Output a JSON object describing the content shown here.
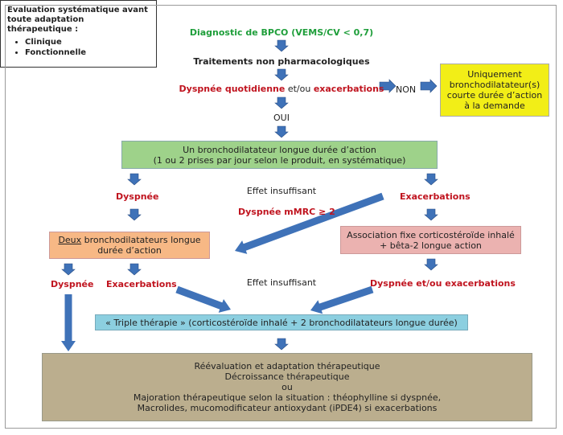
{
  "evaluation_box": {
    "heading_line1": "Évaluation systématique avant",
    "heading_line2": "toute adaptation thérapeutique :",
    "items": [
      "Clinique",
      "Fonctionnelle"
    ]
  },
  "flow": {
    "diagnostic": "Diagnostic de BPCO (VEMS/CV < 0,7)",
    "non_pharma": "Traitements non pharmacologiques",
    "q_dyspnee": "Dyspnée quotidienne",
    "q_et_ou": " et/ou ",
    "q_exacerbations": "exacerbations",
    "non": "NON",
    "oui": "OUI",
    "yellow_line1": "Uniquement",
    "yellow_line2": "bronchodilatateur(s)",
    "yellow_line3": "courte durée d’action",
    "yellow_line4": "à la demande",
    "green_line1": "Un bronchodilatateur longue durée d’action",
    "green_line2": "(1 ou 2 prises par jour selon le produit, en systématique)",
    "dyspnee_left": "Dyspnée",
    "effet_insuffisant_1": "Effet insuffisant",
    "exacerbations_right": "Exacerbations",
    "dyspnee_mmrc": "Dyspnée mMRC ≥ 2",
    "orange_deux": "Deux",
    "orange_line1_rest": " bronchodilatateurs longue",
    "orange_line2": "durée d’action",
    "pink_line1": "Association fixe corticostéroïde inhalé",
    "pink_line2": "+ bêta-2 longue action",
    "dyspnee_far_left": "Dyspnée",
    "exacerbations_mid": "Exacerbations",
    "effet_insuffisant_2": "Effet insuffisant",
    "dyspnee_et_ou_exac": "Dyspnée et/ou exacerbations",
    "triple": "« Triple thérapie » (corticostéroïde inhalé + 2 bronchodilatateurs longue durée)",
    "olive_line1": "Réévaluation et adaptation thérapeutique",
    "olive_line2": "Décroissance thérapeutique",
    "olive_line3": "ou",
    "olive_line4": "Majoration thérapeutique selon la situation : théophylline si dyspnée,",
    "olive_line5": "Macrolides, mucomodificateur antioxydant (iPDE4) si exacerbations"
  },
  "colors": {
    "green_text": "#1e9e3a",
    "red_text": "#c0141f",
    "arrow_fill": "#3f72b8",
    "yellow": "#f2ee17",
    "green_box": "#9ed28a",
    "orange_box": "#f7b885",
    "pink_box": "#ebb2b0",
    "blue_box": "#8ccfe0",
    "olive_box": "#bbae8e"
  }
}
